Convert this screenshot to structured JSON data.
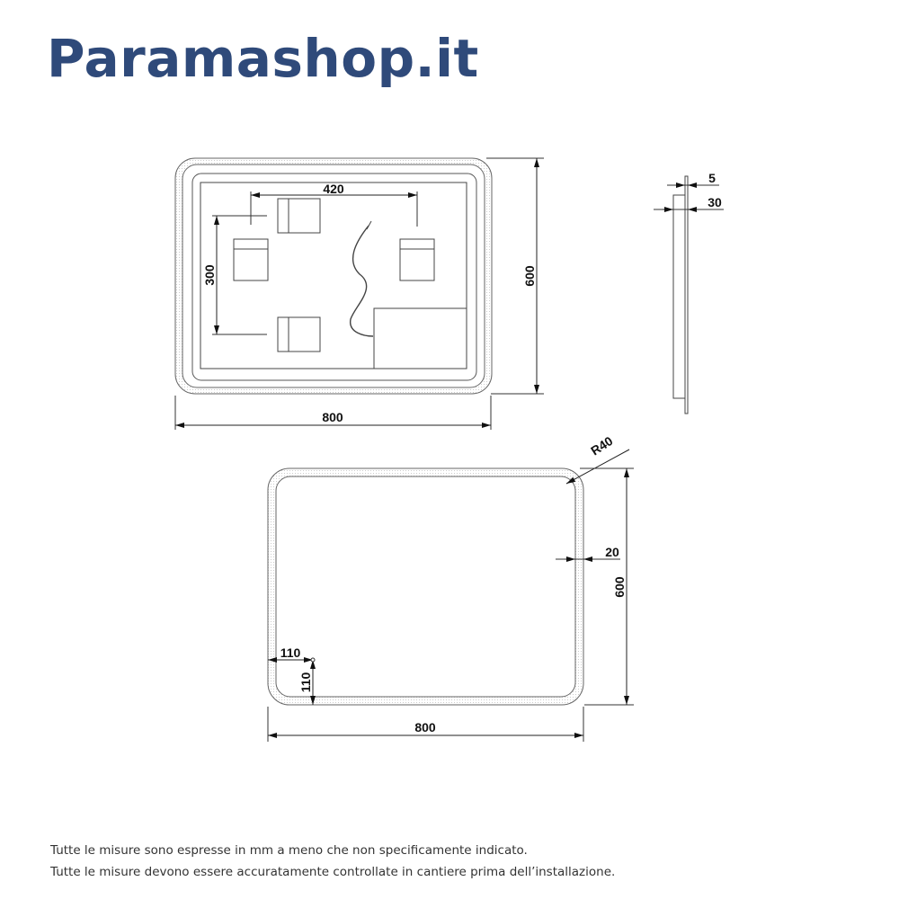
{
  "header": {
    "brand": "Paramashop.it",
    "brand_color": "#2f4a7a"
  },
  "front_view": {
    "dimensions": {
      "width": "800",
      "height": "600",
      "button_spacing_horizontal": "420",
      "button_spacing_vertical": "300"
    }
  },
  "side_view": {
    "dimensions": {
      "glass_thickness": "5",
      "depth": "30"
    }
  },
  "back_view": {
    "dimensions": {
      "width": "800",
      "height": "600",
      "corner_radius": "R40",
      "led_strip_width": "20",
      "offset_x": "110",
      "offset_y": "110"
    }
  },
  "notes": [
    "Tutte le misure sono espresse in mm a meno che non specificamente indicato.",
    "Tutte le misure devono essere accuratamente controllate in cantiere prima dell’installazione."
  ]
}
